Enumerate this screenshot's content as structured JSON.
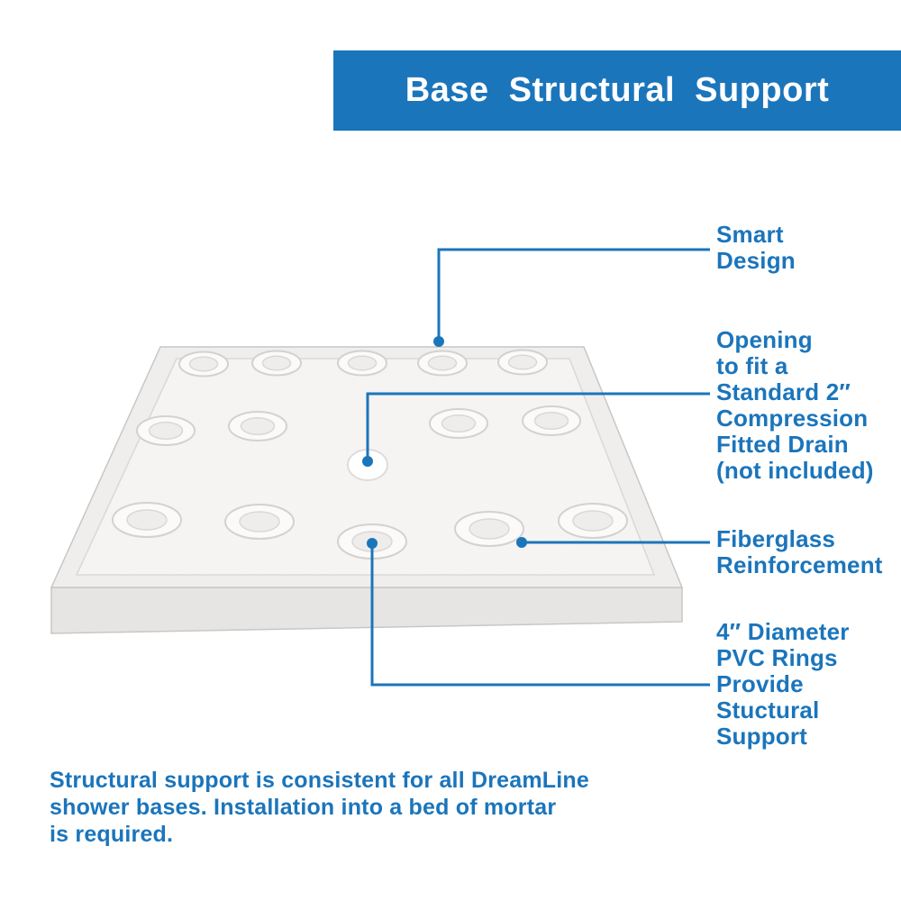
{
  "header": {
    "title": "Base Structural Support"
  },
  "callouts": {
    "smart_design": {
      "label": "Smart\nDesign"
    },
    "drain_opening": {
      "label": "Opening\nto fit a\nStandard 2″\nCompression\nFitted Drain\n(not included)"
    },
    "fiberglass": {
      "label": "Fiberglass\nReinforcement"
    },
    "pvc_rings": {
      "label": "4″ Diameter\nPVC Rings\nProvide\nStuctural\nSupport"
    }
  },
  "footer": {
    "text": "Structural support is consistent for all DreamLine\nshower bases. Installation into a bed of mortar\nis required."
  },
  "icons": {
    "callout_dot": "filled-circle",
    "callout_line": "elbow-connector"
  },
  "colors": {
    "accent": "#1b75bb",
    "banner_text": "#ffffff",
    "base_fill": "#efeeec",
    "base_floor": "#f7f6f4",
    "base_edge": "#c8c7c5"
  }
}
